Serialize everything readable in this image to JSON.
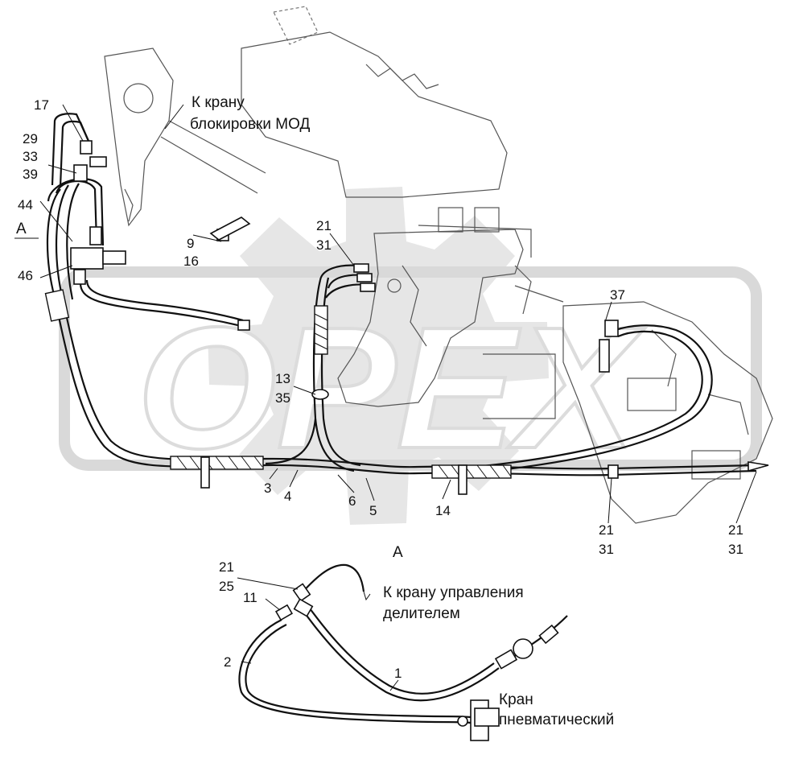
{
  "watermark": {
    "text": "OPEX",
    "color": "#e8e8e8"
  },
  "captions": {
    "mod_valve": [
      "К крану",
      "блокировки МОД"
    ],
    "divider_valve": [
      "К крану управления",
      "делителем"
    ],
    "pneumatic_valve": [
      "Кран",
      "пневматический"
    ]
  },
  "view_marks": {
    "a_side": "A",
    "a_bottom": "A"
  },
  "callouts": {
    "c17": "17",
    "c29": "29",
    "c33": "33",
    "c39": "39",
    "c44": "44",
    "c46": "46",
    "c9": "9",
    "c16": "16",
    "c21_top": "21",
    "c31_top": "31",
    "c37": "37",
    "c13": "13",
    "c35": "35",
    "c3": "3",
    "c4": "4",
    "c6": "6",
    "c5": "5",
    "c14": "14",
    "c21_mid": "21",
    "c31_mid": "31",
    "c21_right": "21",
    "c31_right": "31",
    "c21_view": "21",
    "c25_view": "25",
    "c11_view": "11",
    "c2_view": "2",
    "c1_view": "1"
  }
}
